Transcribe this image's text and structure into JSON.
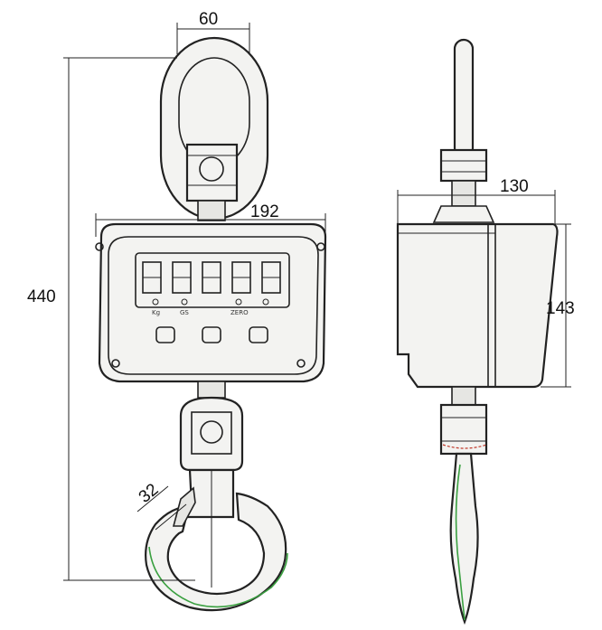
{
  "dimensions": {
    "eye_width": "60",
    "body_width": "192",
    "overall_height": "440",
    "hook_opening": "32",
    "side_depth": "130",
    "side_height": "143"
  },
  "display": {
    "digit_count": 5,
    "indicator_labels": [
      "Kg",
      "GS",
      "ZERO",
      ""
    ]
  }
}
